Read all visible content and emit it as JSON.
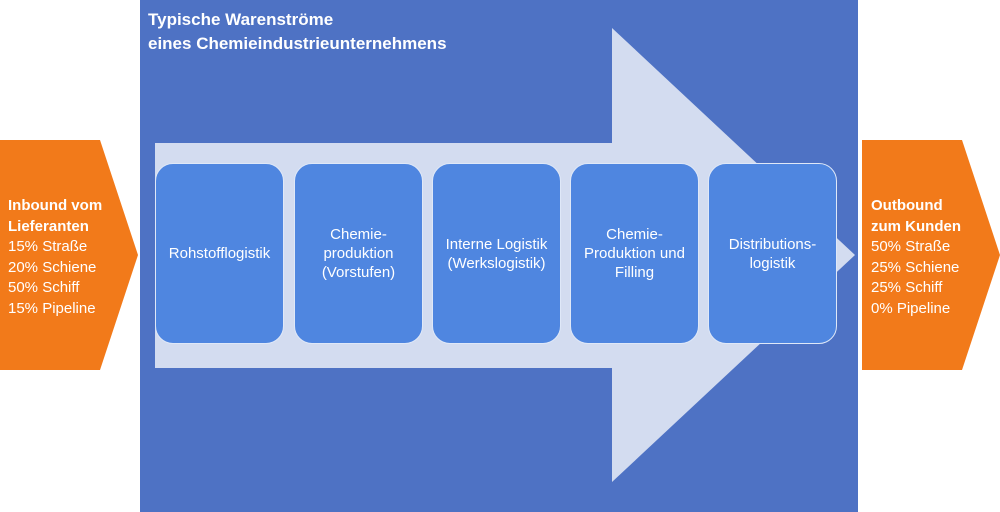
{
  "title": {
    "line1": "Typische Warenströme",
    "line2": "eines Chemieindustrieunternehmens"
  },
  "processes": [
    {
      "label": "Rohstofflogistik"
    },
    {
      "label": "Chemie-\nproduktion\n(Vorstufen)"
    },
    {
      "label": "Interne Logistik\n(Werkslogistik)"
    },
    {
      "label": "Chemie-\nProduktion und\nFilling"
    },
    {
      "label": "Distributions-\nlogistik"
    }
  ],
  "inbound": {
    "heading_line1": "Inbound vom",
    "heading_line2": "Lieferanten",
    "items": [
      "15% Straße",
      "20% Schiene",
      "50% Schiff",
      "15% Pipeline"
    ]
  },
  "outbound": {
    "heading_line1": "Outbound",
    "heading_line2": "zum Kunden",
    "items": [
      "50% Straße",
      "25% Schiene",
      "25% Schiff",
      "0% Pipeline"
    ]
  },
  "colors": {
    "panel": "#4E72C4",
    "arrow": "#D3DCF0",
    "process_box": "#4F86E0",
    "chevron": "#F27A1A"
  }
}
